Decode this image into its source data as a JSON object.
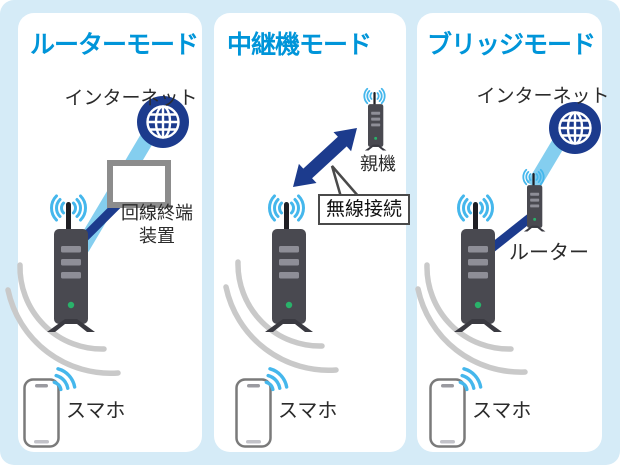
{
  "colors": {
    "background": "#d5ebf7",
    "panel": "#ffffff",
    "title_blue": "#0095d9",
    "navy": "#1c3b8d",
    "light_band": "#84ceef",
    "wifi_blue": "#45b7ec",
    "gray_arc": "#c9c9c9",
    "router_body": "#494950",
    "led_green": "#29b26a"
  },
  "icons": {
    "globe": "internet-globe-icon",
    "router": "wifi-router-tower-icon",
    "small_router": "small-router-tower-icon",
    "onu": "line-terminal-device-icon",
    "phone": "smartphone-icon",
    "wifi": "wifi-waves-icon",
    "signal": "gray-signal-arcs",
    "arrow": "double-headed-arrow-icon"
  },
  "panels": [
    {
      "title": "ルーターモード",
      "labels": {
        "internet": "インターネット",
        "onu_line1": "回線終端",
        "onu_line2": "装置",
        "phone": "スマホ"
      }
    },
    {
      "title": "中継機モード",
      "labels": {
        "parent": "親機",
        "wireless": "無線接続",
        "phone": "スマホ"
      }
    },
    {
      "title": "ブリッジモード",
      "labels": {
        "internet": "インターネット",
        "router": "ルーター",
        "phone": "スマホ"
      }
    }
  ]
}
